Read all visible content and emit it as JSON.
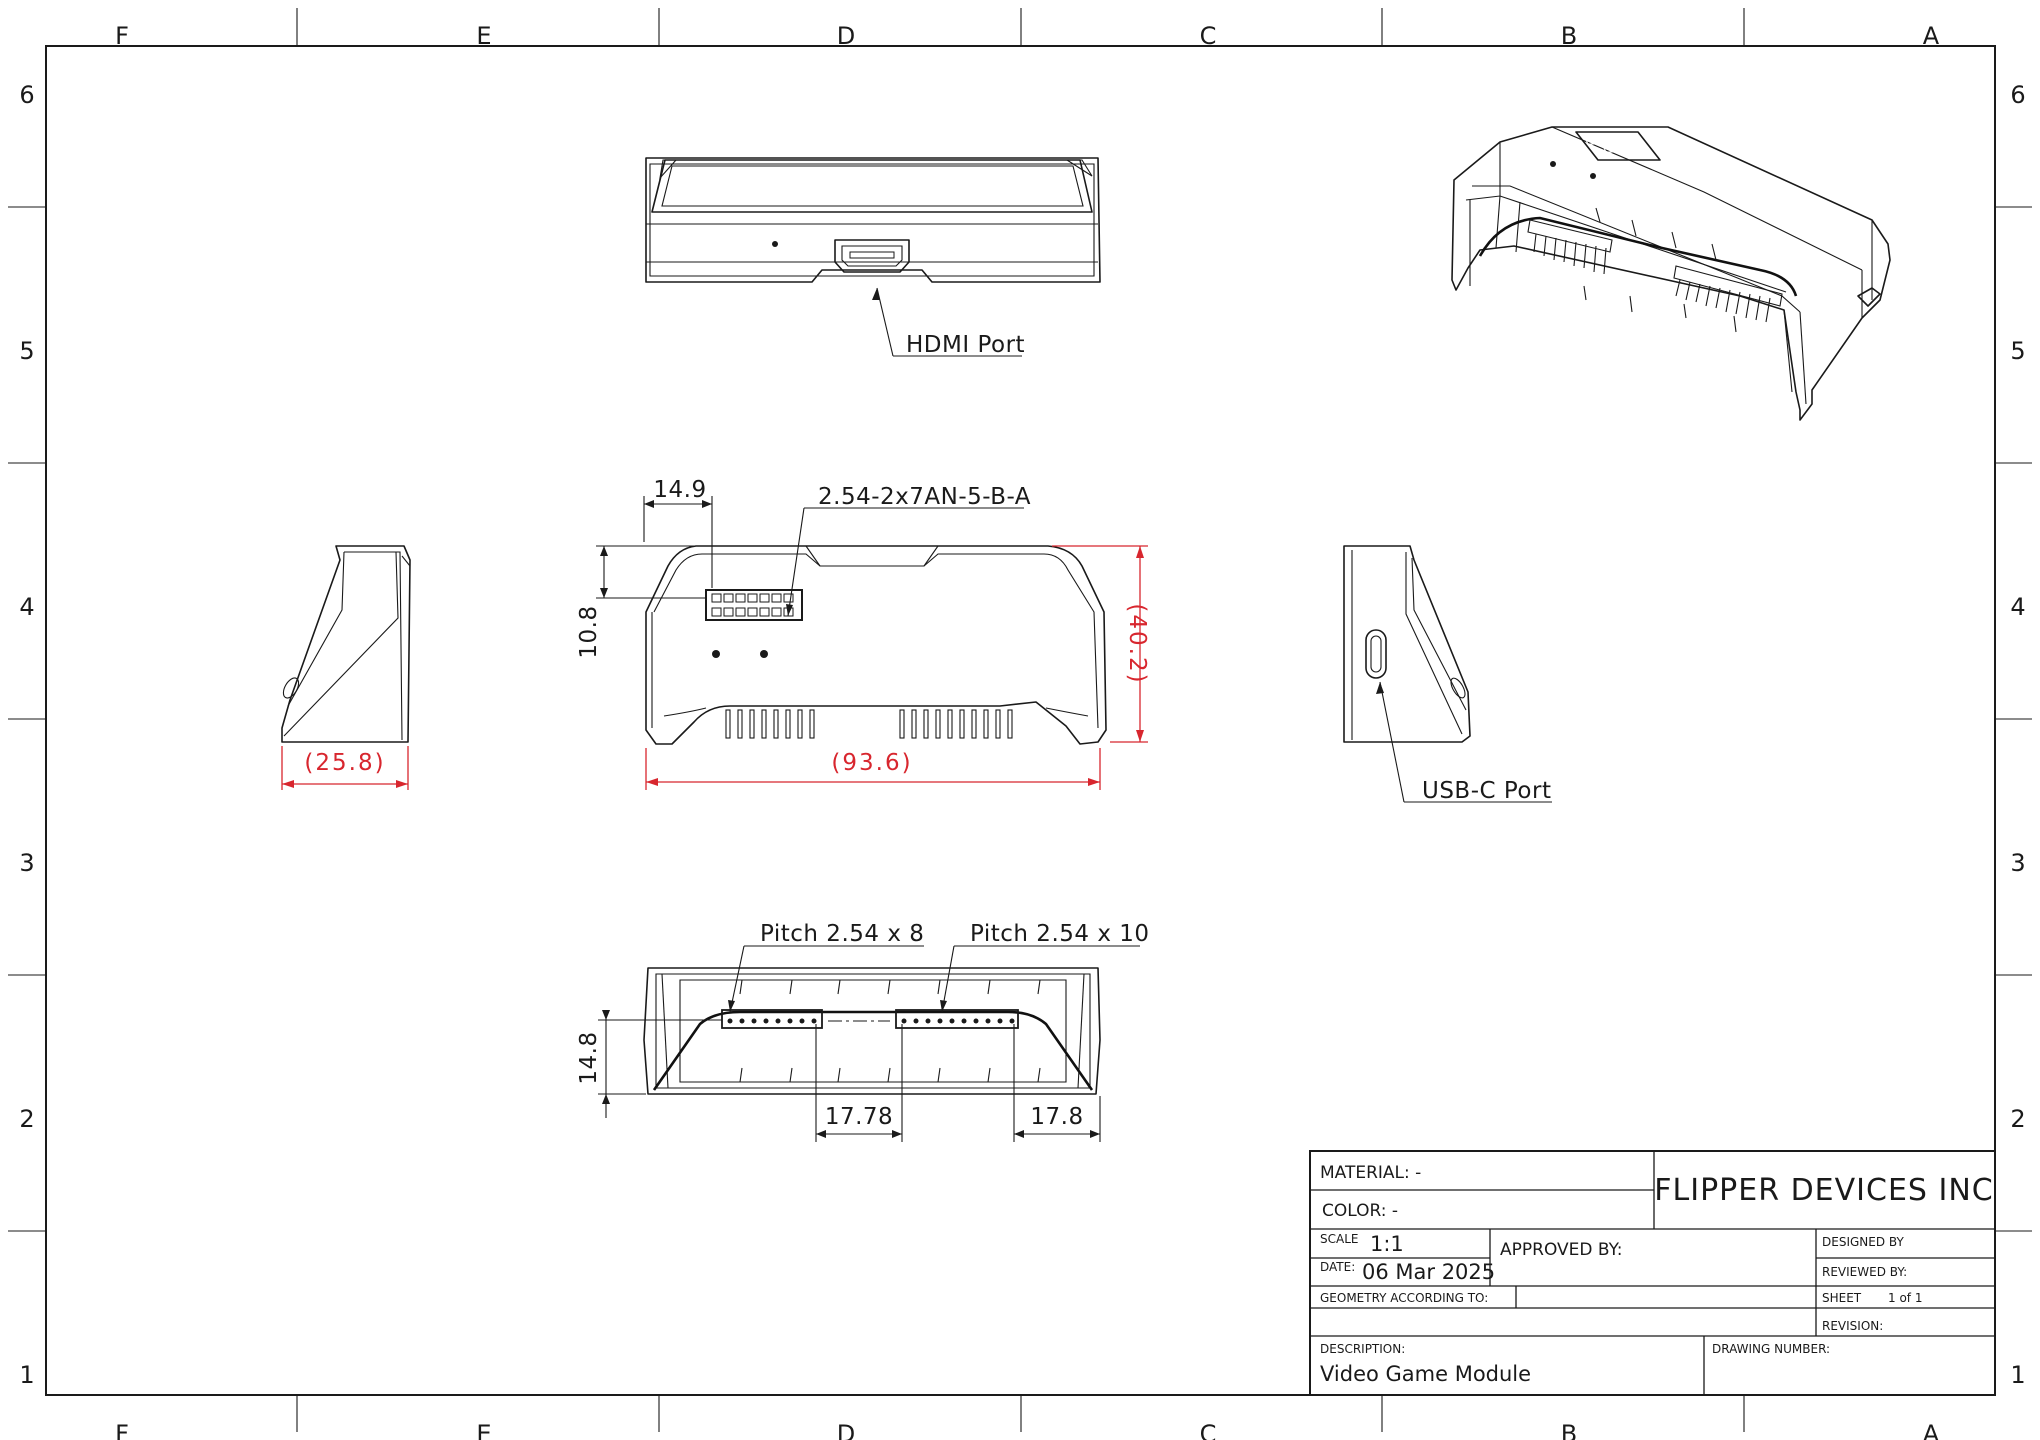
{
  "grid": {
    "columns": [
      "F",
      "E",
      "D",
      "C",
      "B",
      "A"
    ],
    "rows": [
      "6",
      "5",
      "4",
      "3",
      "2",
      "1"
    ]
  },
  "labels": {
    "hdmi_port": "HDMI Port",
    "usb_c_port": "USB-C Port",
    "connector": "2.54-2x7AN-5-B-A",
    "pitch_8": "Pitch 2.54 x 8",
    "pitch_10": "Pitch 2.54 x 10"
  },
  "dimensions": {
    "d_14_9": "14.9",
    "d_10_8": "10.8",
    "d_25_8": "(25.8)",
    "d_93_6": "(93.6)",
    "d_40_2": "(40.2)",
    "d_14_8": "14.8",
    "d_17_78": "17.78",
    "d_17_8": "17.8"
  },
  "title_block": {
    "material": "MATERIAL: -",
    "color": "COLOR: -",
    "company": "FLIPPER DEVICES INC",
    "scale_label": "SCALE",
    "scale_value": "1:1",
    "approved_by": "APPROVED BY:",
    "designed_by": "DESIGNED BY",
    "date_label": "DATE:",
    "date_value": "06 Mar 2025",
    "reviewed_by": "REVIEWED BY:",
    "geometry": "GEOMETRY ACCORDING TO:",
    "sheet_label": "SHEET",
    "sheet_value": "1 of 1",
    "revision": "REVISION:",
    "description_label": "DESCRIPTION:",
    "description_value": "Video Game Module",
    "drawing_number": "DRAWING NUMBER:"
  },
  "colors": {
    "line": "#1a1a1a",
    "dimension_red": "#d8262e",
    "background": "#ffffff"
  }
}
